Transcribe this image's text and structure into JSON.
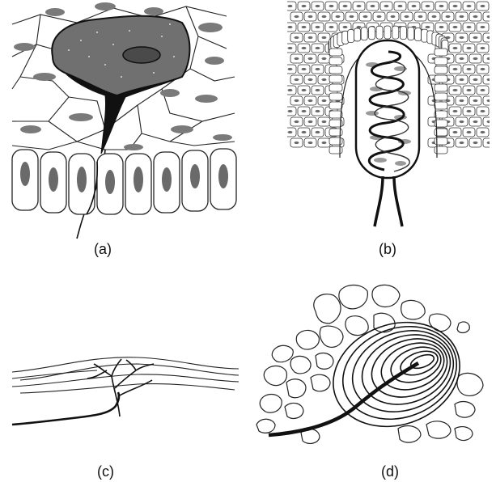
{
  "labels": {
    "a": "(a)",
    "b": "(b)",
    "c": "(c)",
    "d": "(d)"
  },
  "colors": {
    "ink": "#111111",
    "cell_fill": "#ffffff",
    "dark_cell": "#6e6e6e",
    "nucleus": "#5a5a5a",
    "nucleus_light": "#8a8a8a"
  }
}
